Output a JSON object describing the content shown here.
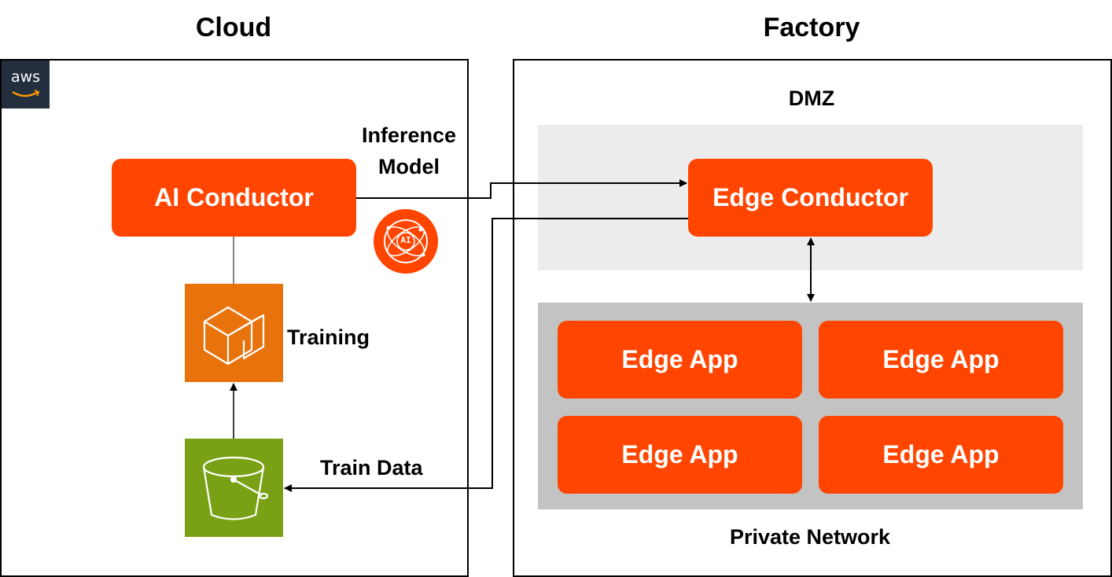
{
  "cloud": {
    "title": "Cloud",
    "aws_logo": "aws",
    "ai_conductor": "AI Conductor",
    "ai_badge": "AI",
    "training_label": "Training",
    "train_data_label": "Train Data",
    "inference_model_label_line1": "Inference",
    "inference_model_label_line2": "Model"
  },
  "factory": {
    "title": "Factory",
    "dmz_label": "DMZ",
    "edge_conductor": "Edge Conductor",
    "private_network_label": "Private Network",
    "edge_apps": [
      "Edge App",
      "Edge App",
      "Edge App",
      "Edge App"
    ]
  },
  "colors": {
    "accent": "#ff4500",
    "aws_dark": "#232f3e",
    "training": "#e8730c",
    "storage": "#7aa116",
    "dmz_bg": "#ececec",
    "private_bg": "#c3c3c3"
  },
  "icons": {
    "aws": "aws-logo",
    "training": "sagemaker-cube-icon",
    "storage": "s3-bucket-icon",
    "ai": "ai-orbit-icon"
  }
}
